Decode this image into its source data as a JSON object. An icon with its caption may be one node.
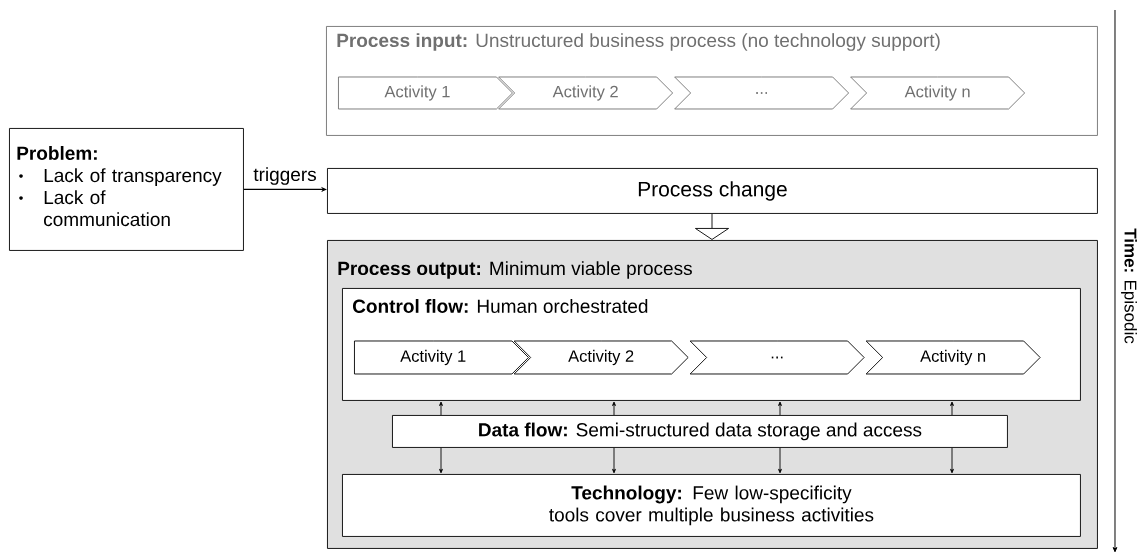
{
  "diagram": {
    "nodes": [
      {
        "text": [
          "**Process input:** Unstructured business process (no technology support)"
        ]
      },
      {
        "text": [
          "Activity 1"
        ],
        "in": 0
      },
      {
        "text": [
          "Activity 2"
        ],
        "in": 0
      },
      {
        "text": [
          "..."
        ],
        "in": 0
      },
      {
        "text": [
          "Activity n"
        ],
        "in": 0
      },
      {
        "text": [
          "Problem:",
          "Lack of transparency",
          "Lack of communication"
        ]
      },
      {
        "text": [
          "Process change"
        ]
      },
      {
        "text": [
          "**Process output:** Minimum viable process"
        ]
      },
      {
        "text": [
          "**Control flow:** Human orchestrated"
        ],
        "in": 7
      },
      {
        "text": [
          "Activity 1"
        ],
        "in": 8
      },
      {
        "text": [
          "Activity 2"
        ],
        "in": 8
      },
      {
        "text": [
          "..."
        ],
        "in": 8
      },
      {
        "text": [
          "Activity n"
        ],
        "in": 8
      },
      {
        "text": [
          "**Data flow:** Semi-structured data storage and access"
        ],
        "in": 7
      },
      {
        "text": [
          "**Technology:** Few low-specificity tools cover multiple business activities"
        ],
        "in": 7
      }
    ],
    "edges": [
      {
        "from": 5,
        "to": 6,
        "arrow": "to",
        "label": "triggers"
      },
      {
        "from": 6,
        "to": 7,
        "arrow": "to"
      },
      {
        "from": 13,
        "to": 8,
        "arrow": "to"
      },
      {
        "from": 13,
        "to": 8,
        "arrow": "to"
      },
      {
        "from": 13,
        "to": 8,
        "arrow": "to"
      },
      {
        "from": 13,
        "to": 8,
        "arrow": "to"
      },
      {
        "from": 13,
        "to": 14,
        "arrow": "to"
      },
      {
        "from": 13,
        "to": 14,
        "arrow": "to"
      },
      {
        "from": 13,
        "to": 14,
        "arrow": "to"
      },
      {
        "from": 13,
        "to": 14,
        "arrow": "to"
      }
    ],
    "labels": [
      "**Time:** Episodic"
    ]
  }
}
